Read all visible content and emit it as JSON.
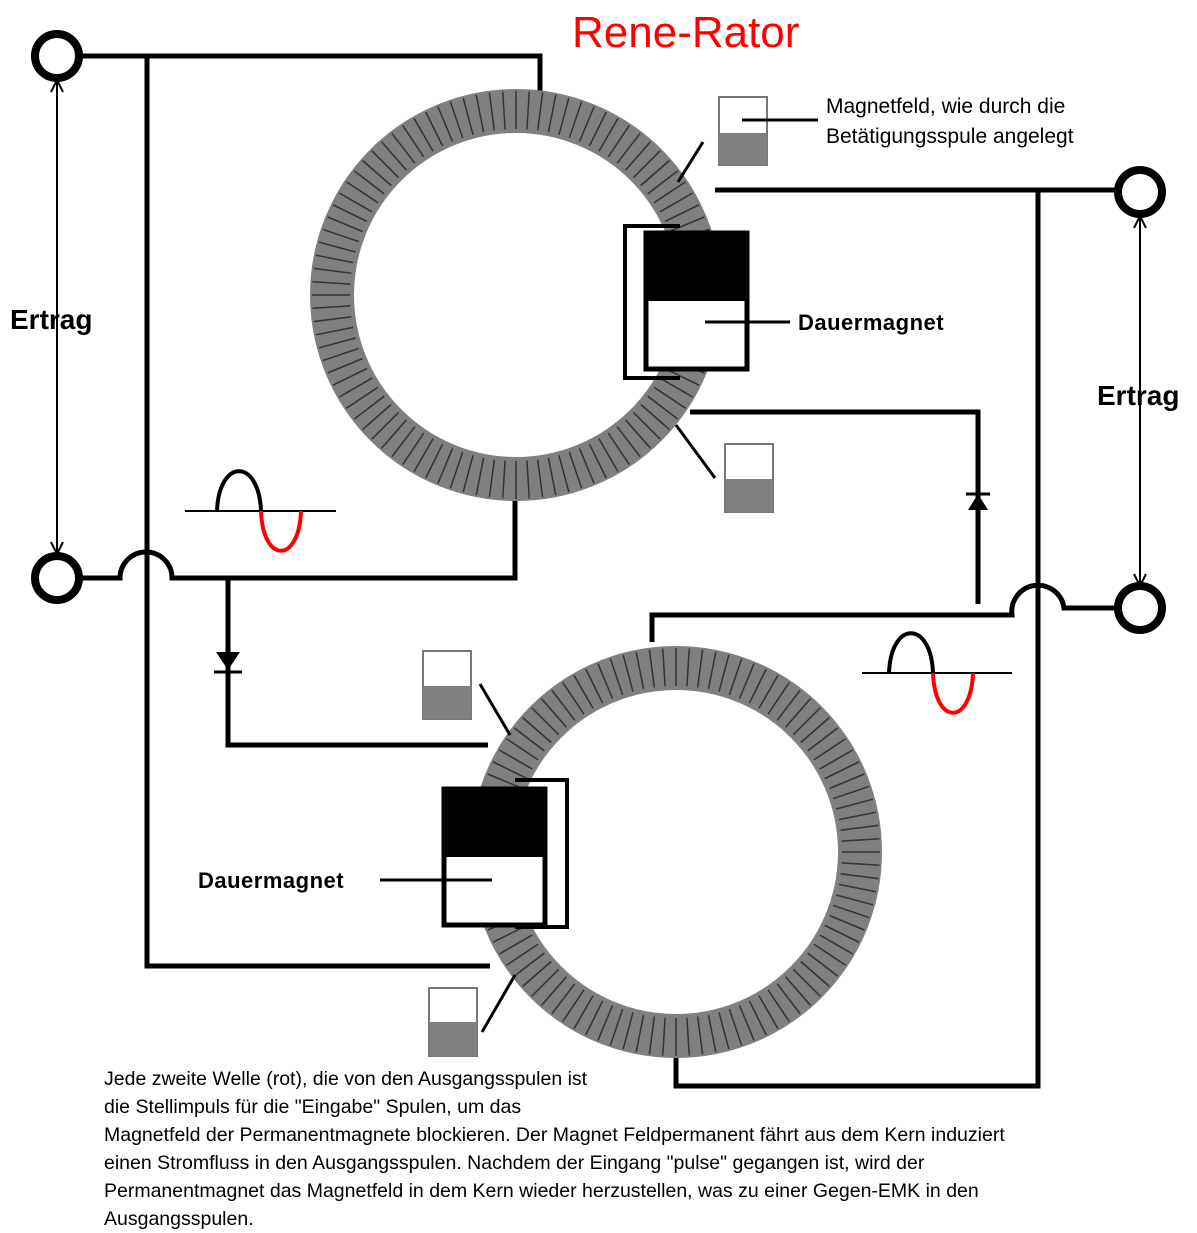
{
  "title": "Rene-Rator",
  "labels": {
    "ertrag_left": "Ertrag",
    "ertrag_right": "Ertrag",
    "magnet_top": "Dauermagnet",
    "magnet_bottom": "Dauermagnet"
  },
  "annotation": {
    "line1": "Magnetfeld, wie durch die",
    "line2": "Betätigungsspule angelegt"
  },
  "description": [
    "Jede zweite Welle (rot), die von den Ausgangsspulen ist",
    "die Stellimpuls für die \"Eingabe\" Spulen, um das",
    "Magnetfeld der Permanentmagnete blockieren. Der Magnet Feldpermanent fährt aus dem Kern induziert",
    "einen Stromfluss in den Ausgangsspulen. Nachdem der Eingang \"pulse\" gegangen ist, wird der",
    "Permanentmagnet das Magnetfeld in dem Kern wieder herzustellen, was zu einer Gegen-EMK in den",
    "Ausgangsspulen."
  ],
  "colors": {
    "core": "#808080",
    "wire": "#000000",
    "wave_positive": "#000000",
    "wave_negative": "#ff0000",
    "title": "#ff0000"
  }
}
